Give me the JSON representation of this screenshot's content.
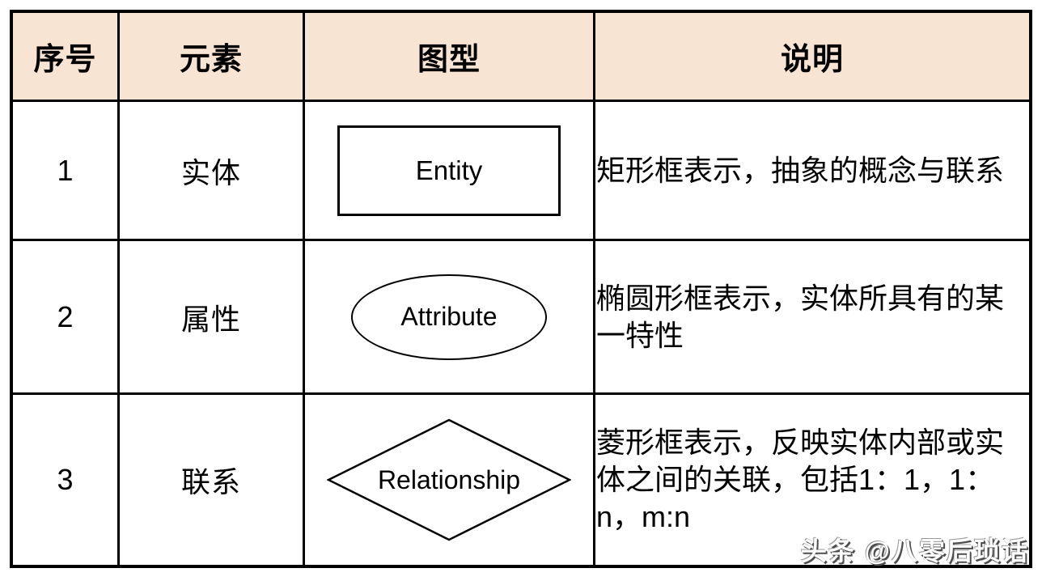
{
  "table": {
    "headers": [
      "序号",
      "元素",
      "图型",
      "说明"
    ],
    "rows": [
      {
        "no": "1",
        "element": "实体",
        "shape": "rectangle",
        "shape_label": "Entity",
        "description": "矩形框表示，抽象的概念与联系"
      },
      {
        "no": "2",
        "element": "属性",
        "shape": "ellipse",
        "shape_label": "Attribute",
        "description": "椭圆形框表示，实体所具有的某一特性"
      },
      {
        "no": "3",
        "element": "联系",
        "shape": "diamond",
        "shape_label": "Relationship",
        "description": "菱形框表示，反映实体内部或实体之间的关联，包括1：1，1：n，m:n"
      }
    ]
  },
  "watermark": {
    "text": "头条 @八零后琐话"
  },
  "colors": {
    "page_bg": "#ffffff",
    "header_bg": "#f8e4d3",
    "border_color": "#000000",
    "text_color": "#000000"
  }
}
